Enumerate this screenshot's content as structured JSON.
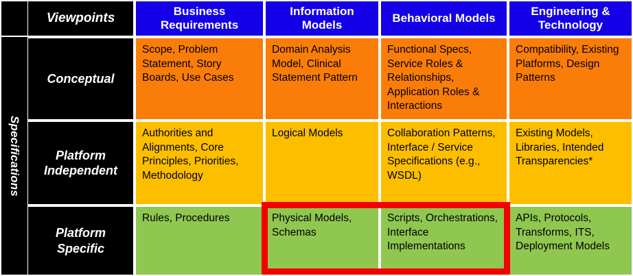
{
  "matrix": {
    "corner_label": "Viewpoints",
    "row_group_label": "Specifications",
    "columns": [
      {
        "id": "business-requirements",
        "label": "Business Requirements"
      },
      {
        "id": "information-models",
        "label": "Information Models"
      },
      {
        "id": "behavioral-models",
        "label": "Behavioral Models"
      },
      {
        "id": "engineering-technology",
        "label": "Engineering & Technology"
      }
    ],
    "rows": [
      {
        "id": "conceptual",
        "label": "Conceptual",
        "tier": "tier-conceptual",
        "cells": [
          "Scope, Problem Statement, Story Boards, Use Cases",
          "Domain Analysis Model, Clinical Statement Pattern",
          "Functional Specs, Service Roles & Relationships, Application Roles & Interactions",
          "Compatibility, Existing Platforms, Design Patterns"
        ]
      },
      {
        "id": "platform-independent",
        "label": "Platform Independent",
        "tier": "tier-independent",
        "cells": [
          "Authorities and Alignments,  Core Principles, Priorities, Methodology",
          "Logical Models",
          "Collaboration Patterns, Interface / Service Specifications (e.g., WSDL)",
          "Existing Models, Libraries, Intended Transparencies*"
        ]
      },
      {
        "id": "platform-specific",
        "label": "Platform Specific",
        "tier": "tier-specific",
        "cells": [
          "Rules, Procedures",
          "Physical Models, Schemas",
          "Scripts, Orchestrations, Interface Implementations",
          "APIs, Protocols, Transforms, ITS, Deployment Models"
        ]
      }
    ],
    "colors": {
      "header_blue": "#1400e6",
      "conceptual_orange": "#fa7d09",
      "independent_amber": "#fdbe00",
      "specific_green": "#8fc750",
      "label_black": "#000000",
      "highlight_red": "#f30000"
    },
    "highlight": {
      "name": "platform-specific-models-emphasis",
      "covers": [
        "Physical Models, Schemas",
        "Scripts, Orchestrations, Interface Implementations"
      ]
    }
  }
}
